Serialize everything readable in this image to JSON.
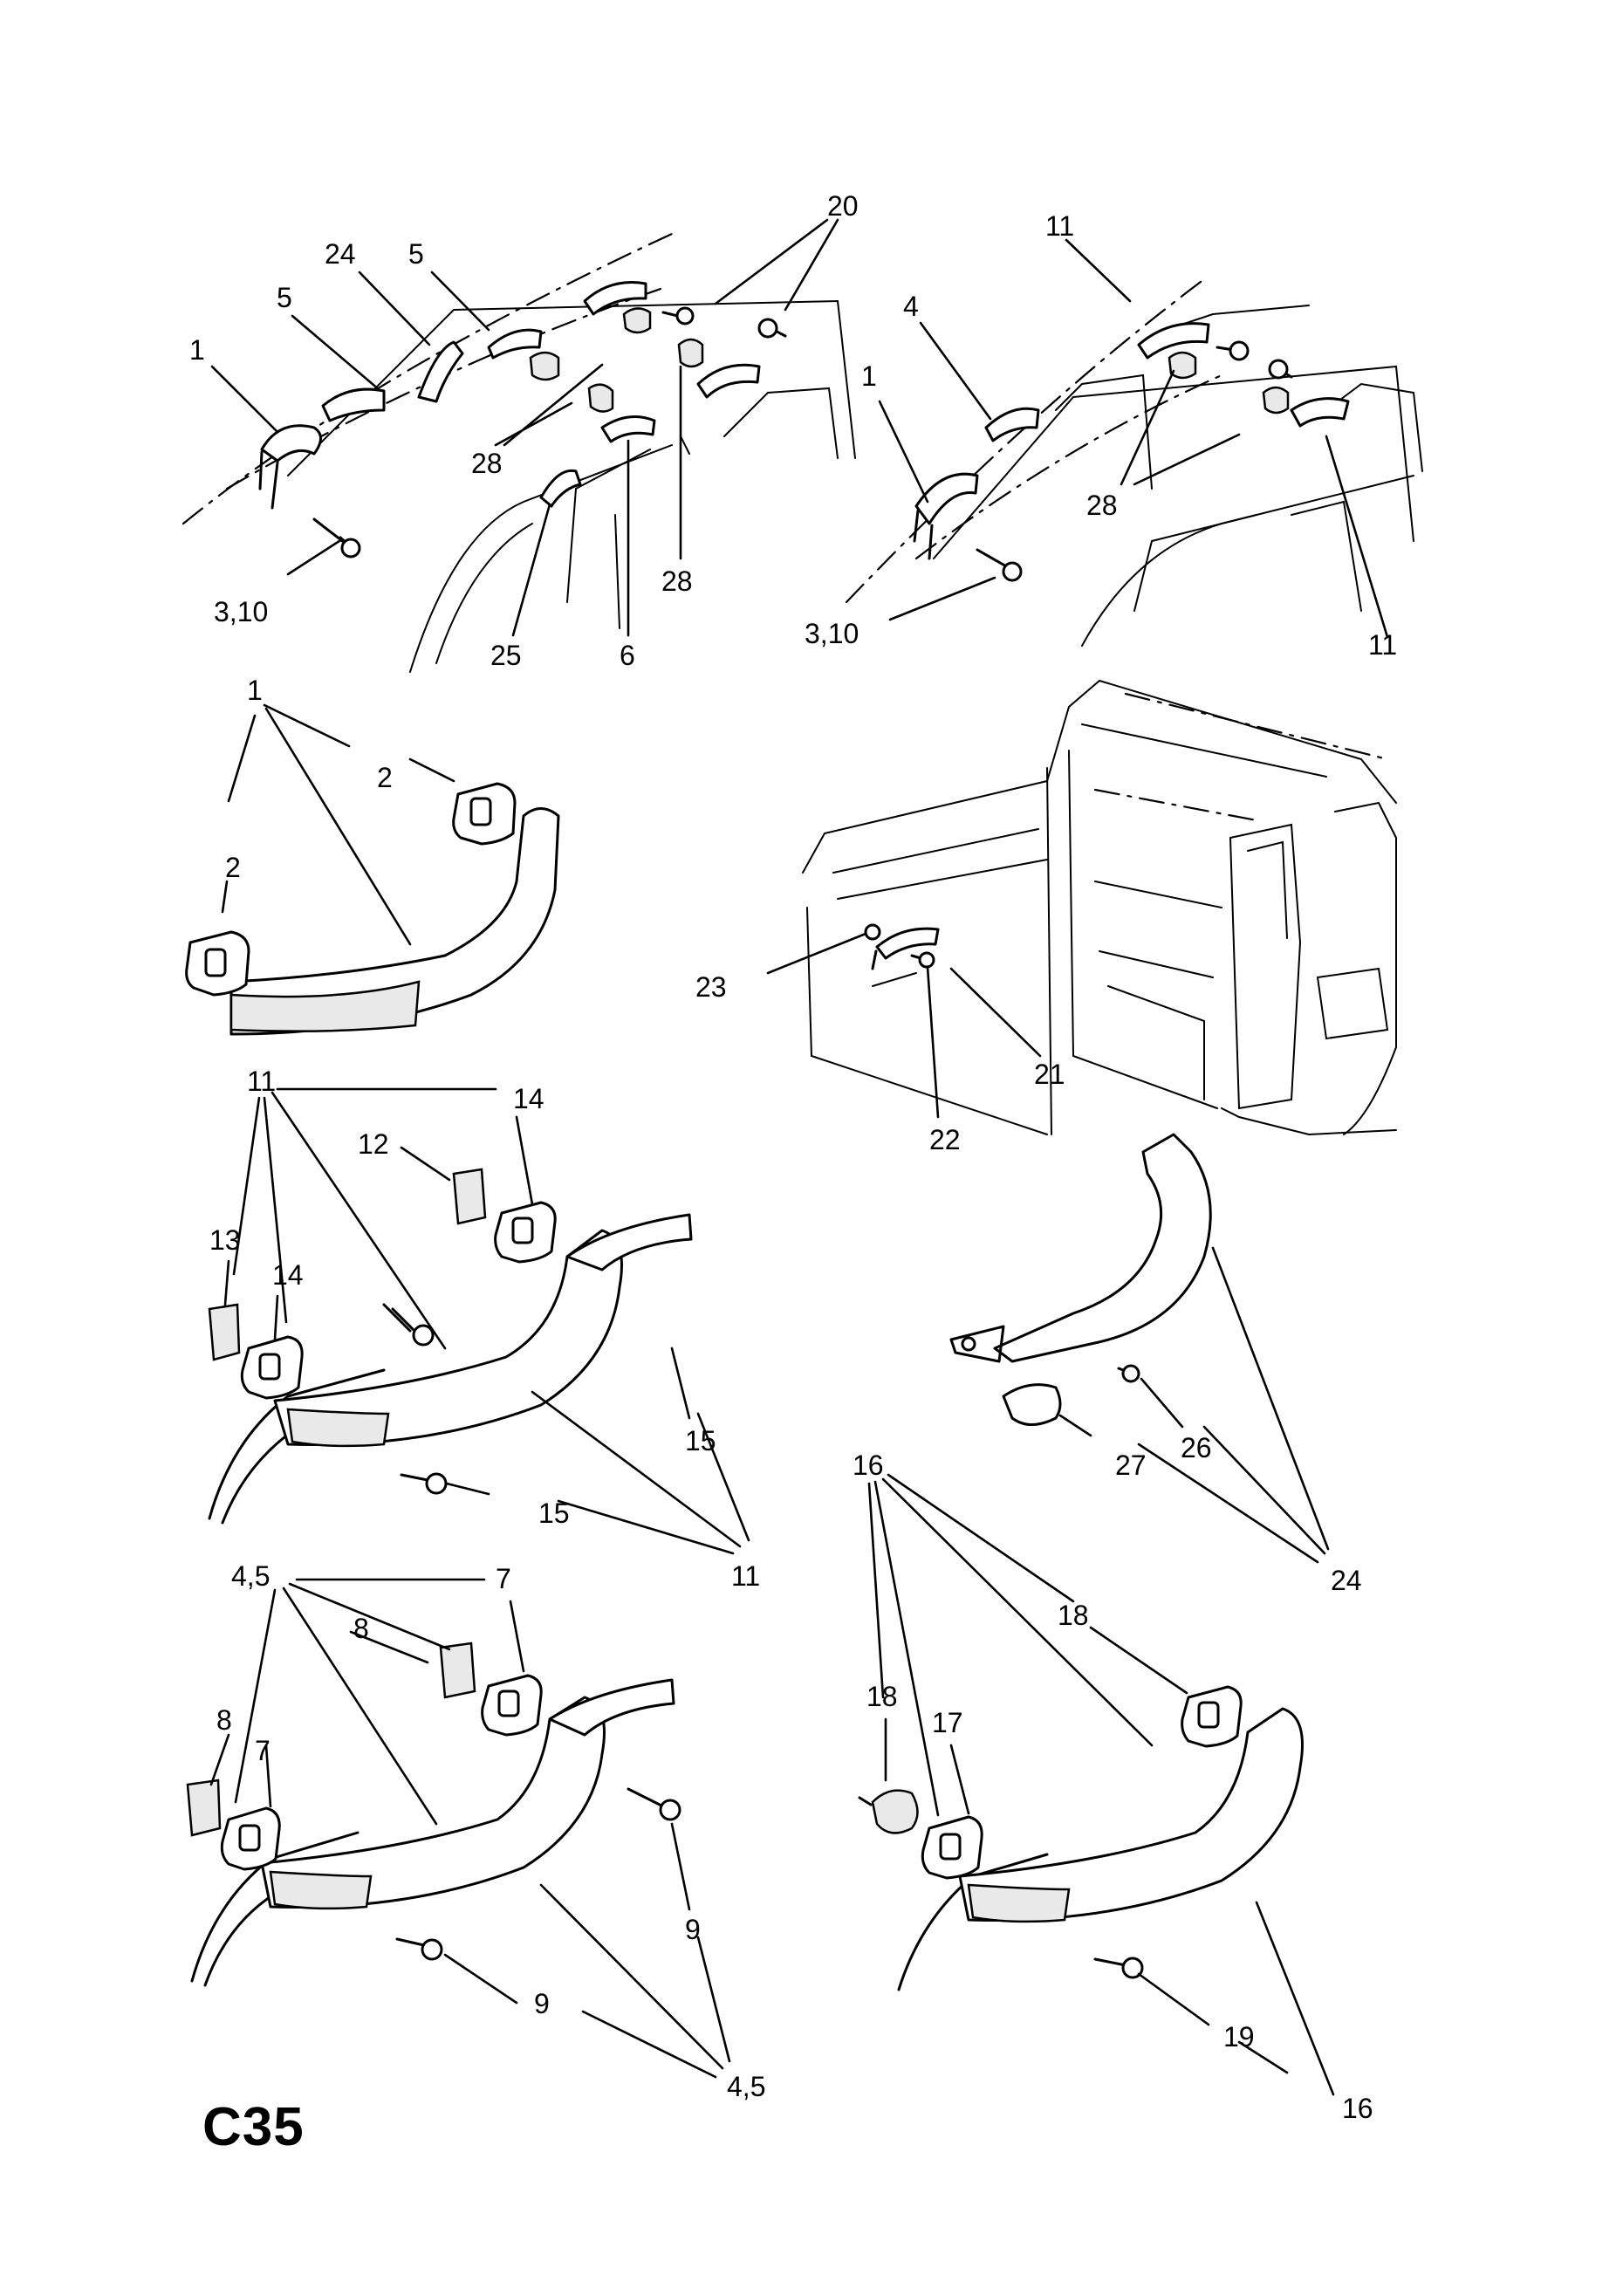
{
  "page_code": "C35",
  "callouts": [
    {
      "id": "c1",
      "text": "20"
    },
    {
      "id": "c2",
      "text": "11"
    },
    {
      "id": "c3",
      "text": "24"
    },
    {
      "id": "c4",
      "text": "5"
    },
    {
      "id": "c5",
      "text": "5"
    },
    {
      "id": "c6",
      "text": "4"
    },
    {
      "id": "c7",
      "text": "1"
    },
    {
      "id": "c8",
      "text": "1"
    },
    {
      "id": "c9",
      "text": "28"
    },
    {
      "id": "c10",
      "text": "28"
    },
    {
      "id": "c11",
      "text": "28"
    },
    {
      "id": "c12",
      "text": "3,10"
    },
    {
      "id": "c13",
      "text": "3,10"
    },
    {
      "id": "c14",
      "text": "25"
    },
    {
      "id": "c15",
      "text": "6"
    },
    {
      "id": "c16",
      "text": "11"
    },
    {
      "id": "c17",
      "text": "1"
    },
    {
      "id": "c18",
      "text": "2"
    },
    {
      "id": "c19",
      "text": "2"
    },
    {
      "id": "c20",
      "text": "23"
    },
    {
      "id": "c21",
      "text": "21"
    },
    {
      "id": "c22",
      "text": "22"
    },
    {
      "id": "c23",
      "text": "11"
    },
    {
      "id": "c24",
      "text": "14"
    },
    {
      "id": "c25",
      "text": "12"
    },
    {
      "id": "c26",
      "text": "13"
    },
    {
      "id": "c27",
      "text": "14"
    },
    {
      "id": "c28",
      "text": "15"
    },
    {
      "id": "c29",
      "text": "15"
    },
    {
      "id": "c30",
      "text": "11"
    },
    {
      "id": "c31",
      "text": "26"
    },
    {
      "id": "c32",
      "text": "27"
    },
    {
      "id": "c33",
      "text": "24"
    },
    {
      "id": "c34",
      "text": "16"
    },
    {
      "id": "c35",
      "text": "4,5"
    },
    {
      "id": "c36",
      "text": "7"
    },
    {
      "id": "c37",
      "text": "8"
    },
    {
      "id": "c38",
      "text": "18"
    },
    {
      "id": "c39",
      "text": "8"
    },
    {
      "id": "c40",
      "text": "7"
    },
    {
      "id": "c41",
      "text": "18"
    },
    {
      "id": "c42",
      "text": "17"
    },
    {
      "id": "c43",
      "text": "9"
    },
    {
      "id": "c44",
      "text": "9"
    },
    {
      "id": "c45",
      "text": "4,5"
    },
    {
      "id": "c46",
      "text": "19"
    },
    {
      "id": "c47",
      "text": "16"
    }
  ]
}
